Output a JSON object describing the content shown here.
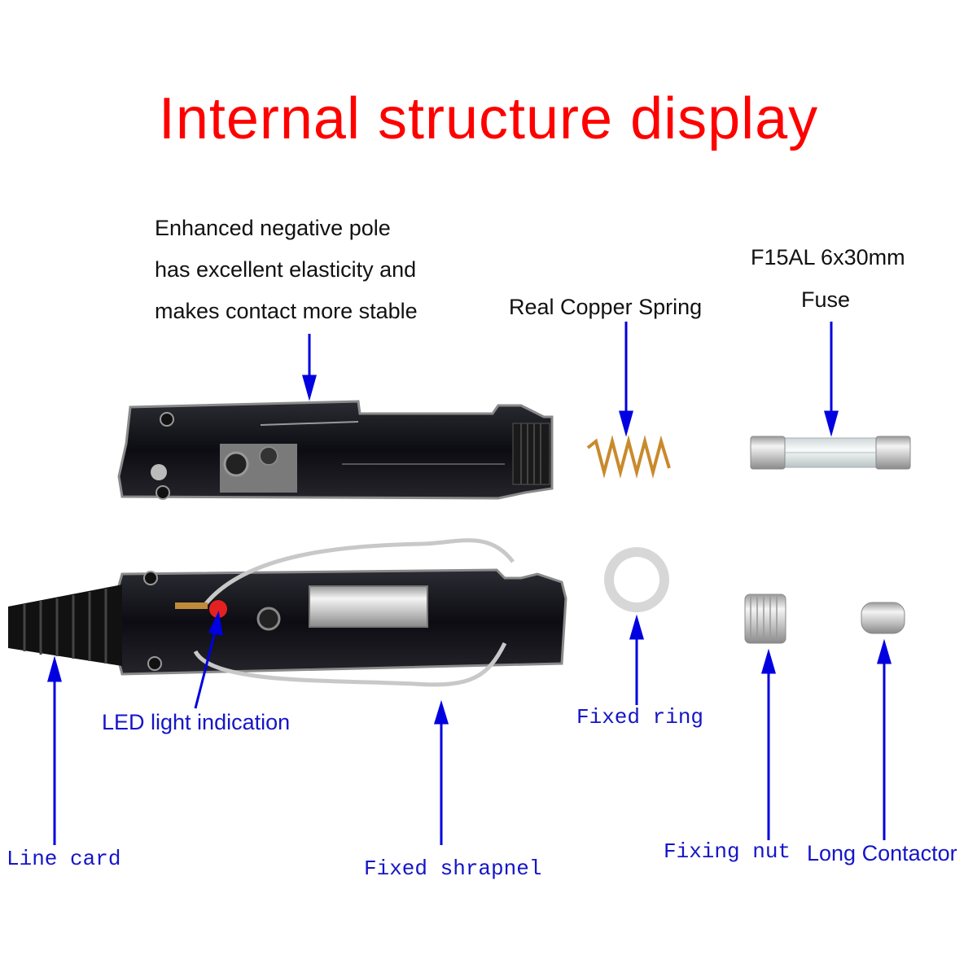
{
  "title": "Internal structure display",
  "annotations": {
    "negative_pole": [
      "Enhanced negative pole",
      "has excellent elasticity and",
      "makes contact more stable"
    ],
    "copper_spring": "Real Copper Spring",
    "fuse_spec": "F15AL 6x30mm",
    "fuse": "Fuse",
    "led": "LED light indication",
    "line_card": "Line card",
    "fixed_shrapnel": "Fixed shrapnel",
    "fixed_ring": "Fixed ring",
    "fixing_nut": "Fixing nut",
    "long_contactor": "Long Contactor"
  },
  "colors": {
    "title": "#ff0000",
    "label": "#1515c8",
    "arrow": "#0000e0"
  }
}
